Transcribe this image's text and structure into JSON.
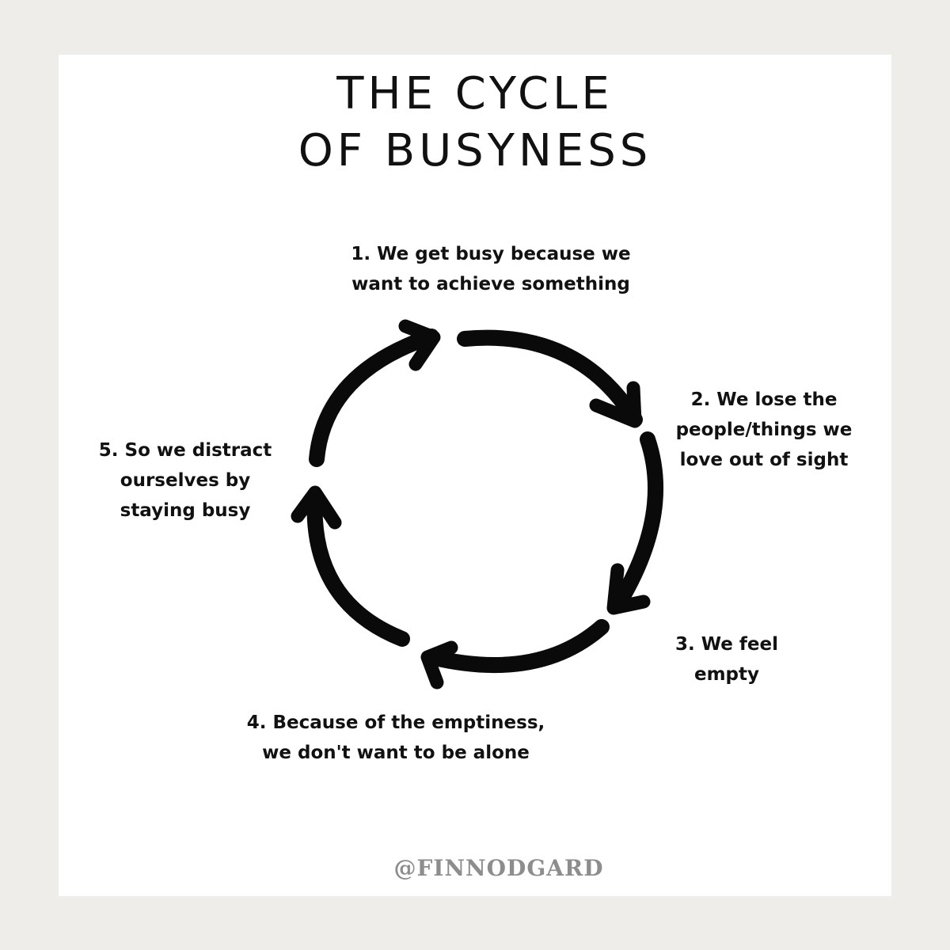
{
  "title": {
    "line1": "THE CYCLE",
    "line2": "OF BUSYNESS"
  },
  "steps": [
    {
      "line1": "1. We get busy because we",
      "line2": "want to achieve something"
    },
    {
      "line1": "2. We lose the",
      "line2": "people/things we",
      "line3": "love out of sight"
    },
    {
      "line1": "3. We feel",
      "line2": "empty"
    },
    {
      "line1": "4. Because of the emptiness,",
      "line2": "we don't want to be alone"
    },
    {
      "line1": "5. So we distract",
      "line2": "ourselves by",
      "line3": "staying busy"
    }
  ],
  "footer": {
    "handle": "@FINNODGARD"
  },
  "colors": {
    "background": "#eeede9",
    "card": "#ffffff",
    "ink": "#111111",
    "handle": "#8d8d8d"
  }
}
